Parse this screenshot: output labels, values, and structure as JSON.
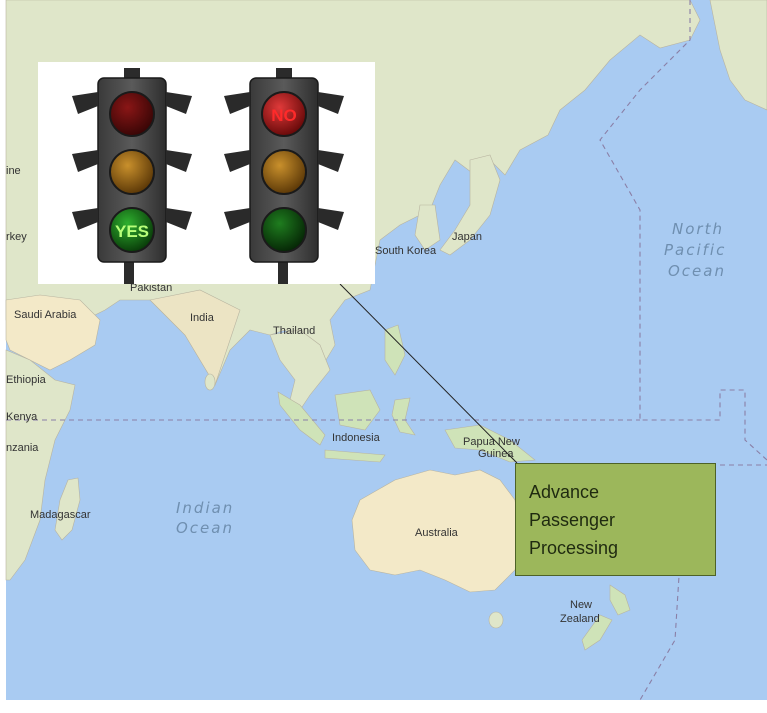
{
  "map": {
    "labels": {
      "turkey": "rkey",
      "ine": "ine",
      "saudi": "Saudi Arabia",
      "pakistan": "Pakistan",
      "india": "India",
      "thailand": "Thailand",
      "south_korea": "South Korea",
      "japan": "Japan",
      "ethiopia": "Ethiopia",
      "kenya": "Kenya",
      "tanzania": "nzania",
      "madagascar": "Madagascar",
      "indonesia": "Indonesia",
      "png1": "Papua New",
      "png2": "Guinea",
      "australia": "Australia",
      "nz1": "New",
      "nz2": "Zealand"
    },
    "oceans": {
      "north_pacific_1": "North",
      "north_pacific_2": "Pacific",
      "north_pacific_3": "Ocean",
      "indian_1": "Indian",
      "indian_2": "Ocean"
    },
    "colors": {
      "water": "#a9cbf2",
      "land": "#e8e6d4",
      "green_land": "#cfe3b8",
      "desert": "#f3e9c8",
      "border": "#9a8fa8"
    }
  },
  "traffic_lights": [
    {
      "name": "yes-light",
      "label": "YES",
      "active": "green"
    },
    {
      "name": "no-light",
      "label": "NO",
      "active": "red"
    }
  ],
  "callout": {
    "line1": "Advance",
    "line2": "Passenger",
    "line3": "Processing",
    "fill": "#9cb75b"
  }
}
